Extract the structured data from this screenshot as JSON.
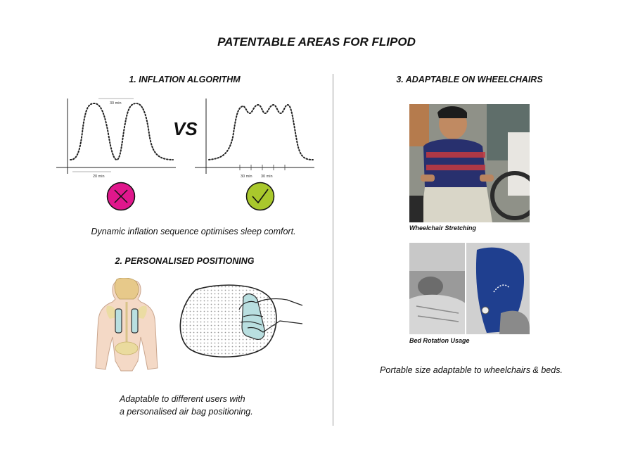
{
  "page": {
    "title": "PATENTABLE AREAS FOR FLIPOD"
  },
  "section1": {
    "heading": "1. INFLATION ALGORITHM",
    "vs_label": "VS",
    "left_graph": {
      "annotation_top": "30 min",
      "annotation_bottom": "20 min"
    },
    "right_graph": {
      "tick_label_1": "30 min",
      "tick_label_2": "30 min"
    },
    "caption": "Dynamic inflation sequence optimises sleep comfort.",
    "bad_color": "#e0178c",
    "good_color": "#a9c82c"
  },
  "section2": {
    "heading": "2. PERSONALISED POSITIONING",
    "caption_line1": "Adaptable to different users with",
    "caption_line2": "a personalised air bag positioning."
  },
  "section3": {
    "heading": "3. ADAPTABLE ON WHEELCHAIRS",
    "photo1_caption": "Wheelchair Stretching",
    "photo2_caption": "Bed Rotation Usage",
    "caption": "Portable size adaptable to wheelchairs & beds."
  }
}
